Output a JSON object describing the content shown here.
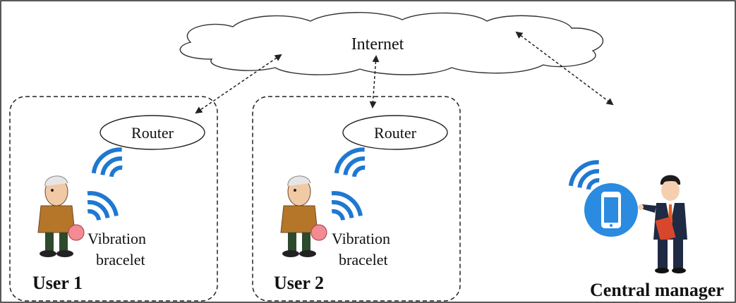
{
  "nodes": {
    "internet": "Internet",
    "router_1": "Router",
    "router_2": "Router",
    "bracelet_1_line1": "Vibration",
    "bracelet_1_line2": "bracelet",
    "bracelet_2_line1": "Vibration",
    "bracelet_2_line2": "bracelet",
    "user_1": "User 1",
    "user_2": "User 2",
    "central_manager": "Central manager"
  },
  "colors": {
    "wifi": "#1f78d1",
    "phone_circle": "#2a8be0",
    "cloud_stroke": "#333333",
    "dashed_stroke": "#222222",
    "bracelet": "#f28b94",
    "shirt": "#b5762a",
    "suit": "#1f2a44",
    "tie": "#e85c1c",
    "folder": "#d8472c"
  },
  "icons": {
    "cloud": "cloud-icon",
    "router": "router-ellipse-icon",
    "wifi": "wifi-signal-icon",
    "elderly_user": "elderly-person-icon",
    "bracelet": "bracelet-icon",
    "smartphone": "smartphone-icon",
    "manager": "businessman-icon"
  }
}
